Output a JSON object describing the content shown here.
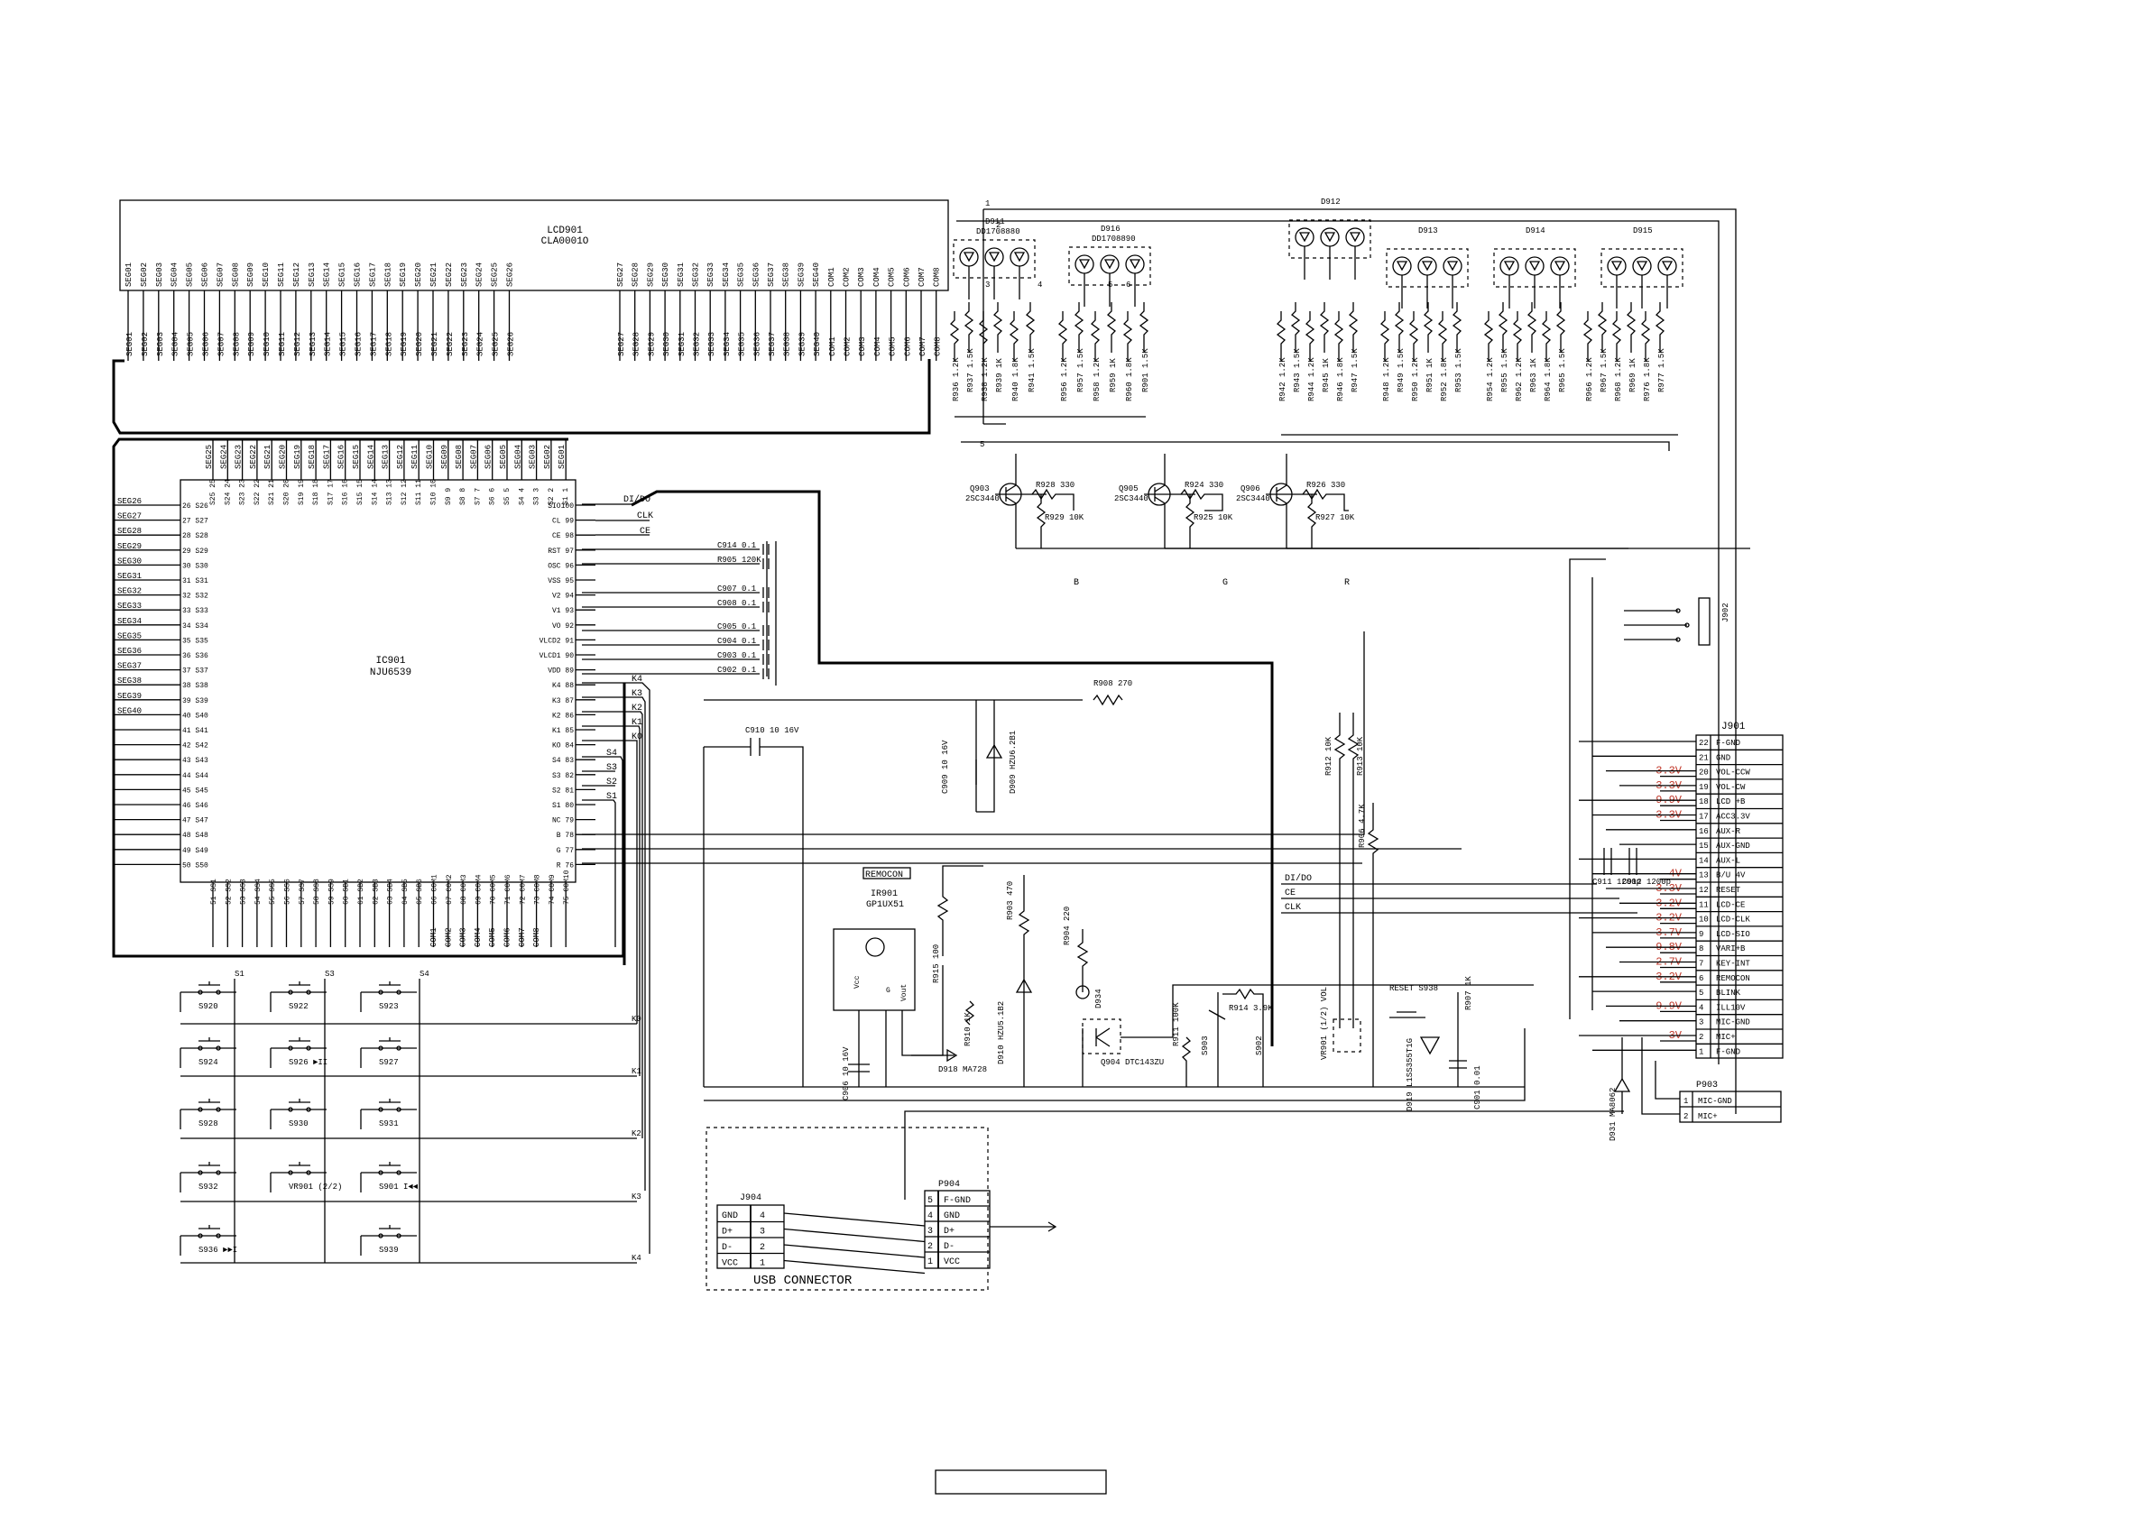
{
  "lcd": {
    "ref": "LCD901",
    "part": "CLA0001O",
    "pins_left": [
      "SEG01",
      "SEG02",
      "SEG03",
      "SEG04",
      "SEG05",
      "SEG06",
      "SEG07",
      "SEG08",
      "SEG09",
      "SEG10",
      "SEG11",
      "SEG12",
      "SEG13",
      "SEG14",
      "SEG15",
      "SEG16",
      "SEG17",
      "SEG18",
      "SEG19",
      "SEG20",
      "SEG21",
      "SEG22",
      "SEG23",
      "SEG24",
      "SEG25",
      "SEG26"
    ],
    "pins_right": [
      "SEG27",
      "SEG28",
      "SEG29",
      "SEG30",
      "SEG31",
      "SEG32",
      "SEG33",
      "SEG34",
      "SEG35",
      "SEG36",
      "SEG37",
      "SEG38",
      "SEG39",
      "SEG40",
      "COM1",
      "COM2",
      "COM3",
      "COM4",
      "COM5",
      "COM6",
      "COM7",
      "COM8"
    ],
    "nets_left": [
      "SEG01",
      "SEG02",
      "SEG03",
      "SEG04",
      "SEG05",
      "SEG06",
      "SEG07",
      "SEG08",
      "SEG09",
      "SEG10",
      "SEG11",
      "SEG12",
      "SEG13",
      "SEG14",
      "SEG15",
      "SEG16",
      "SEG17",
      "SEG18",
      "SEG19",
      "SEG20",
      "SEG21",
      "SEG22",
      "SEG23",
      "SEG24",
      "SEG25",
      "SEG26"
    ],
    "nets_right": [
      "SEG27",
      "SEG28",
      "SEG29",
      "SEG30",
      "SEG31",
      "SEG32",
      "SEG33",
      "SEG34",
      "SEG35",
      "SEG36",
      "SEG37",
      "SEG38",
      "SEG39",
      "SEG40",
      "COM1",
      "COM2",
      "COM3",
      "COM4",
      "COM5",
      "COM6",
      "COM7",
      "COM8"
    ]
  },
  "ic": {
    "ref": "IC901",
    "part": "NJU6539",
    "top_nets": [
      "SEG25",
      "SEG24",
      "SEG23",
      "SEG22",
      "SEG21",
      "SEG20",
      "SEG19",
      "SEG18",
      "SEG17",
      "SEG16",
      "SEG15",
      "SEG14",
      "SEG13",
      "SEG12",
      "SEG11",
      "SEG10",
      "SEG09",
      "SEG08",
      "SEG07",
      "SEG06",
      "SEG05",
      "SEG04",
      "SEG03",
      "SEG02",
      "SEG01"
    ],
    "top_pins": [
      "S25 25",
      "S24 24",
      "S23 23",
      "S22 22",
      "S21 21",
      "S20 20",
      "S19 19",
      "S18 18",
      "S17 17",
      "S16 16",
      "S15 15",
      "S14 14",
      "S13 13",
      "S12 12",
      "S11 11",
      "S10 10",
      "S9 9",
      "S8 8",
      "S7 7",
      "S6 6",
      "S5 5",
      "S4 4",
      "S3 3",
      "S2 2",
      "S1 1"
    ],
    "left_nets": [
      "SEG26",
      "SEG27",
      "SEG28",
      "SEG29",
      "SEG30",
      "SEG31",
      "SEG32",
      "SEG33",
      "SEG34",
      "SEG35",
      "SEG36",
      "SEG37",
      "SEG38",
      "SEG39",
      "SEG40",
      "",
      "",
      "",
      "",
      "",
      "",
      "",
      ""
    ],
    "left_pins": [
      "26 S26",
      "27 S27",
      "28 S28",
      "29 S29",
      "30 S30",
      "31 S31",
      "32 S32",
      "33 S33",
      "34 S34",
      "35 S35",
      "36 S36",
      "37 S37",
      "38 S38",
      "39 S39",
      "40 S40",
      "41 S41",
      "42 S42",
      "43 S43",
      "44 S44",
      "45 S45",
      "46 S46",
      "47 S47",
      "48 S48",
      "49 S49",
      "50 S50"
    ],
    "right_pins": [
      "SIO100",
      "CL 99",
      "CE 98",
      "RST 97",
      "OSC 96",
      "VSS 95",
      "V2 94",
      "V1 93",
      "VO 92",
      "VLCD2 91",
      "VLCD1 90",
      "VDD 89",
      "K4 88",
      "K3 87",
      "K2 86",
      "K1 85",
      "KO 84",
      "S4 83",
      "S3 82",
      "S2 81",
      "S1 80",
      "NC 79",
      "B 78",
      "G 77",
      "R 76"
    ],
    "bottom_pins": [
      "51 SS1",
      "52 SS2",
      "53 SS3",
      "54 SS4",
      "55 SS5",
      "56 SS6",
      "57 SS7",
      "58 SS8",
      "59 SS9",
      "60 SB1",
      "61 SB2",
      "62 SB3",
      "63 SB4",
      "64 SB5",
      "65 SB6",
      "66 COM1",
      "67 COM2",
      "68 COM3",
      "69 COM4",
      "70 COM5",
      "71 COM6",
      "72 COM7",
      "73 COM8",
      "74 COM9",
      "75 COM10"
    ],
    "bottom_nets": [
      "COM1",
      "COM2",
      "COM3",
      "COM4",
      "COM5",
      "COM6",
      "COM7",
      "COM8"
    ]
  },
  "bus_labels": [
    "DI/DO",
    "CLK",
    "CE",
    "K4",
    "K3",
    "K2",
    "K1",
    "K0",
    "S4",
    "S3",
    "S2",
    "S1"
  ],
  "caps": [
    {
      "ref": "C914 0.1"
    },
    {
      "ref": "R905 120K"
    },
    {
      "ref": "C907 0.1"
    },
    {
      "ref": "C908 0.1"
    },
    {
      "ref": "C905 0.1"
    },
    {
      "ref": "C904 0.1"
    },
    {
      "ref": "C903 0.1"
    },
    {
      "ref": "C902 0.1"
    }
  ],
  "components": {
    "c910": "C910 10 16V",
    "r908": "R908 270",
    "c909": "C909 10 16V",
    "d909": "D909 HZU6.2B1",
    "remocon": "REMOCON",
    "ir901_ref": "IR901",
    "ir901_part": "GP1UX51",
    "ir_pins": [
      "Vcc",
      "G",
      "Vout"
    ],
    "r915": "R915 100",
    "r903": "R903 470",
    "d910": "D910 HZU5.1B2",
    "r910": "R910 1K",
    "d918": "D918 MA728",
    "c906": "C906 10 16V",
    "r904": "R904 220",
    "d934": "D934",
    "q904": "Q904 DTC143ZU",
    "r911": "R911 100K",
    "s903": "S903",
    "r914": "R914 3.9K",
    "s902": "S902",
    "r912": "R912 10K",
    "r913": "R913 10K",
    "r906": "R906 4.7K",
    "vr901": "VR901 (1/2) VOL",
    "reset": "RESET S938",
    "r907": "R907 1K",
    "d919": "D919 L1SS355T1G",
    "c901": "C901 0.01",
    "c911": "C911 1200p",
    "c912": "C912 1200p",
    "d931": "D931 MA8062",
    "j902": "J902"
  },
  "transistors": [
    {
      "ref": "Q903",
      "part": "2SC3440",
      "r_base": "R928 330",
      "r_pull": "R929 10K",
      "net": "B"
    },
    {
      "ref": "Q905",
      "part": "2SC3440",
      "r_base": "R924 330",
      "r_pull": "R925 10K",
      "net": "G"
    },
    {
      "ref": "Q906",
      "part": "2SC3440",
      "r_base": "R926 330",
      "r_pull": "R927 10K",
      "net": "R"
    }
  ],
  "leds": [
    {
      "ref": "D911",
      "part": "DD1708880"
    },
    {
      "ref": "D916",
      "part": "DD1708890"
    },
    {
      "ref": "D912",
      "part": ""
    },
    {
      "ref": "D913",
      "part": ""
    },
    {
      "ref": "D914",
      "part": ""
    },
    {
      "ref": "D915",
      "part": ""
    }
  ],
  "led_resistors": [
    "R936 1.2K",
    "R937 1.5K",
    "R938 1.2K",
    "R939 1K",
    "R940 1.8K",
    "R941 1.5K",
    "R956 1.2K",
    "R957 1.5K",
    "R958 1.2K",
    "R959 1K",
    "R960 1.8K",
    "R901 1.5K",
    "R942 1.2K",
    "R943 1.5K",
    "R944 1.2K",
    "R945 1K",
    "R946 1.8K",
    "R947 1.5K",
    "R948 1.2K",
    "R949 1.5K",
    "R950 1.2K",
    "R951 1K",
    "R952 1.8K",
    "R953 1.5K",
    "R954 1.2K",
    "R955 1.5K",
    "R962 1.2K",
    "R963 1K",
    "R964 1.8K",
    "R965 1.5K",
    "R966 1.2K",
    "R967 1.5K",
    "R968 1.2K",
    "R969 1K",
    "R976 1.8K",
    "R977 1.5K"
  ],
  "led_markers": [
    "1",
    "2",
    "3",
    "4",
    "5",
    "6",
    "5"
  ],
  "switches": {
    "col_nets": [
      "S1",
      "S3",
      "S4"
    ],
    "items": [
      "S920",
      "S922",
      "S923",
      "S924",
      "S926 ►II",
      "S927",
      "S928",
      "S930",
      "S931",
      "S932",
      "VR901 (2/2)",
      "S901 I◄◄",
      "S936 ►►I",
      "",
      "S939"
    ],
    "row_nets": [
      "K0",
      "K1",
      "K2",
      "K3",
      "K4"
    ]
  },
  "j901": {
    "ref": "J901",
    "pins": [
      {
        "no": "22",
        "name": "F-GND",
        "v": ""
      },
      {
        "no": "21",
        "name": "GND",
        "v": ""
      },
      {
        "no": "20",
        "name": "VOL-CCW",
        "v": "3.3V"
      },
      {
        "no": "19",
        "name": "VOL-CW",
        "v": "3.3V"
      },
      {
        "no": "18",
        "name": "LCD +B",
        "v": "9.9V"
      },
      {
        "no": "17",
        "name": "ACC3.3V",
        "v": "3.3V"
      },
      {
        "no": "16",
        "name": "AUX-R",
        "v": ""
      },
      {
        "no": "15",
        "name": "AUX-GND",
        "v": ""
      },
      {
        "no": "14",
        "name": "AUX-L",
        "v": ""
      },
      {
        "no": "13",
        "name": "B/U 4V",
        "v": "4V"
      },
      {
        "no": "12",
        "name": "RESET",
        "v": "3.3V"
      },
      {
        "no": "11",
        "name": "LCD-CE",
        "v": "3.2V"
      },
      {
        "no": "10",
        "name": "LCD-CLK",
        "v": "3.2V"
      },
      {
        "no": "9",
        "name": "LCD-SIO",
        "v": "3.7V"
      },
      {
        "no": "8",
        "name": "VARI+B",
        "v": "9.8V"
      },
      {
        "no": "7",
        "name": "KEY-INT",
        "v": "2.7V"
      },
      {
        "no": "6",
        "name": "REMOCON",
        "v": "3.2V"
      },
      {
        "no": "5",
        "name": "BLINK",
        "v": ""
      },
      {
        "no": "4",
        "name": "ILL10V",
        "v": "9.9V"
      },
      {
        "no": "3",
        "name": "MIC-GND",
        "v": ""
      },
      {
        "no": "2",
        "name": "MIC+",
        "v": "3V"
      },
      {
        "no": "1",
        "name": "F-GND",
        "v": ""
      }
    ],
    "lower_nets": [
      "DI/DO",
      "CE",
      "CLK"
    ]
  },
  "p903": {
    "ref": "P903",
    "pins": [
      {
        "no": "1",
        "name": "MIC-GND"
      },
      {
        "no": "2",
        "name": "MIC+"
      }
    ]
  },
  "j904": {
    "ref": "J904",
    "pins": [
      {
        "name": "GND",
        "no": "4"
      },
      {
        "name": "D+",
        "no": "3"
      },
      {
        "name": "D-",
        "no": "2"
      },
      {
        "name": "VCC",
        "no": "1"
      }
    ]
  },
  "p904": {
    "ref": "P904",
    "pins": [
      {
        "no": "5",
        "name": "F-GND"
      },
      {
        "no": "4",
        "name": "GND"
      },
      {
        "no": "3",
        "name": "D+"
      },
      {
        "no": "2",
        "name": "D-"
      },
      {
        "no": "1",
        "name": "VCC"
      }
    ]
  },
  "usb_label": "USB  CONNECTOR"
}
